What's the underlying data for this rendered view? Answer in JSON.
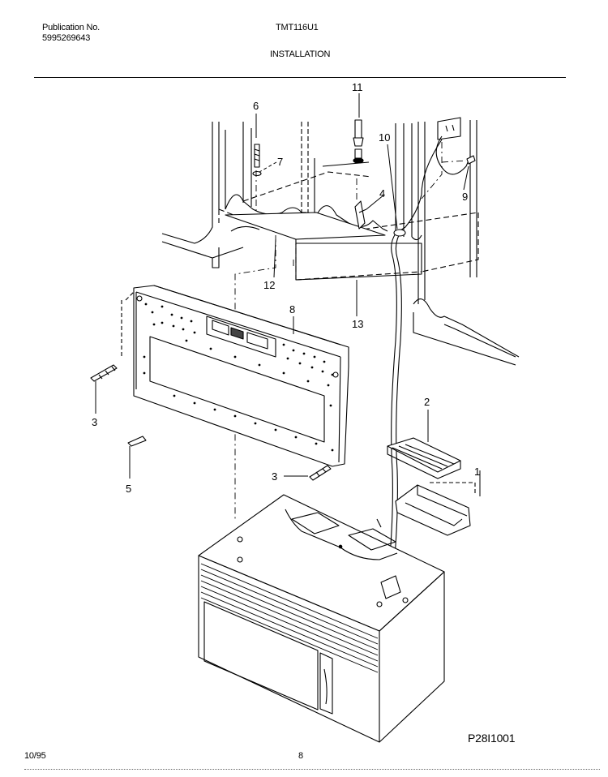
{
  "header": {
    "publication_label": "Publication No.",
    "publication_number": "5995269643",
    "model": "TMT116U1",
    "section": "INSTALLATION"
  },
  "footer": {
    "date": "10/95",
    "page": "8",
    "figure_code": "P28I1001"
  },
  "callouts": {
    "c1": "1",
    "c2": "2",
    "c3a": "3",
    "c3b": "3",
    "c4": "4",
    "c5": "5",
    "c6": "6",
    "c7": "7",
    "c8": "8",
    "c9": "9",
    "c10": "10",
    "c11": "11",
    "c12": "12",
    "c13": "13"
  }
}
